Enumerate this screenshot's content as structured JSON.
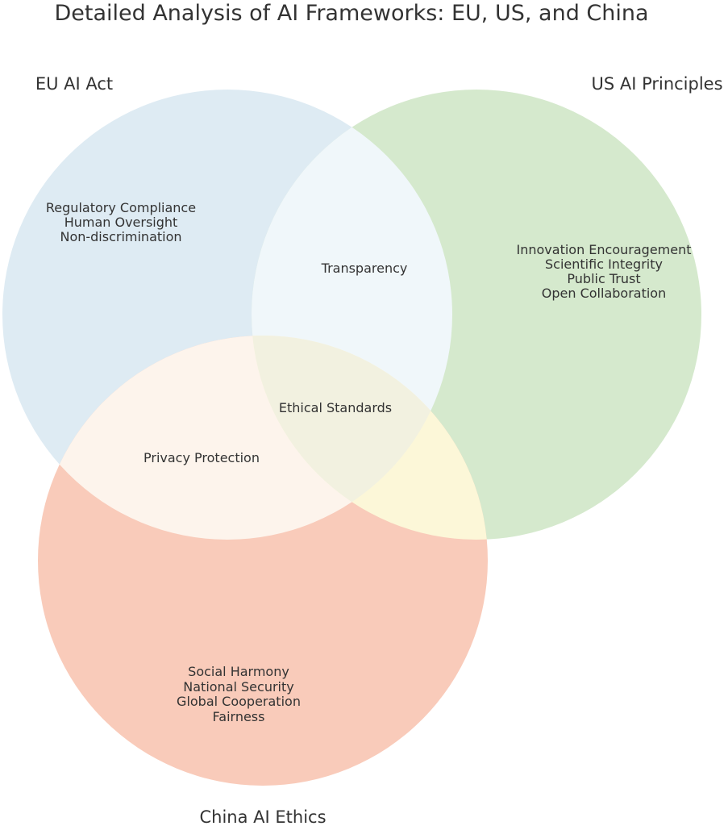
{
  "title": "Detailed Analysis of AI Frameworks: EU, US, and China",
  "sets": {
    "eu": {
      "label": "EU AI Act",
      "color": "#deebf3",
      "items": [
        "Regulatory Compliance",
        "Human Oversight",
        "Non-discrimination"
      ]
    },
    "us": {
      "label": "US AI Principles",
      "color": "#d5e9cd",
      "items": [
        "Innovation Encouragement",
        "Scientific Integrity",
        "Public Trust",
        "Open Collaboration"
      ]
    },
    "china": {
      "label": "China AI Ethics",
      "color": "#f9cbba",
      "items": [
        "Social Harmony",
        "National Security",
        "Global Cooperation",
        "Fairness"
      ]
    }
  },
  "overlaps": {
    "eu_us": {
      "color": "#f0f7fa",
      "items": [
        "Transparency"
      ]
    },
    "eu_china": {
      "color": "#fdf4ec",
      "items": [
        "Privacy Protection"
      ]
    },
    "us_china": {
      "color": "#fcf7d8",
      "items": []
    },
    "all": {
      "color": "#f2f1e0",
      "items": [
        "Ethical Standards"
      ]
    }
  }
}
